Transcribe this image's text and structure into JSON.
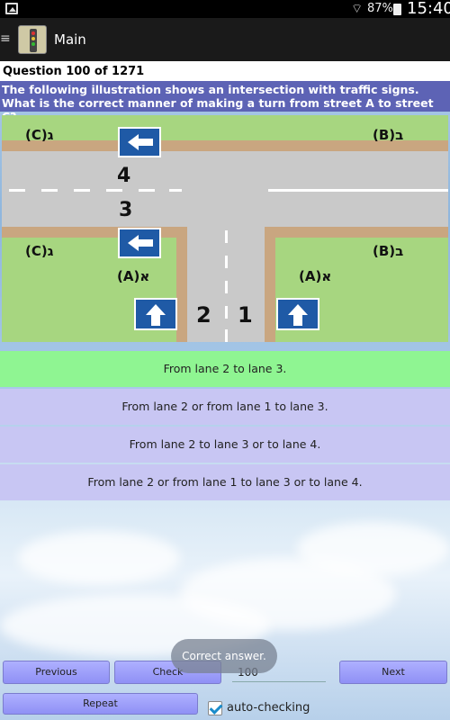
{
  "status_bar": {
    "battery_percent": "87%",
    "time": "15:40"
  },
  "action_bar": {
    "title": "Main",
    "app_icon": "traffic-light-icon",
    "menu_icon": "menu-icon"
  },
  "question": {
    "number_text": "Question 100 of 1271",
    "text": "The following illustration shows an intersection with traffic signs. What is the correct manner of making a turn from street A to street C?"
  },
  "illustration": {
    "label_c_top": "(C)ג",
    "label_b_top": "(B)ב",
    "label_c_mid": "(C)ג",
    "label_b_mid": "(B)ב",
    "label_a_left": "(A)א",
    "label_a_right": "(A)א",
    "lane_4": "4",
    "lane_3": "3",
    "lane_2": "2",
    "lane_1": "1",
    "colors": {
      "grass": "#a7d680",
      "sidewalk": "#c9a680",
      "road": "#c9c9c9",
      "sign": "#1f5aa6"
    }
  },
  "answers": [
    {
      "text": "From lane 2 to lane 3.",
      "state": "correct"
    },
    {
      "text": "From lane 2 or from lane 1 to lane 3.",
      "state": "normal"
    },
    {
      "text": "From lane 2 to lane 3 or to lane 4.",
      "state": "normal"
    },
    {
      "text": "From lane 2 or from lane 1 to lane 3 or to lane 4.",
      "state": "normal"
    }
  ],
  "toast": "Correct answer.",
  "controls": {
    "previous": "Previous",
    "check": "Check",
    "counter_value": "100",
    "next": "Next",
    "repeat": "Repeat",
    "auto_checking": "auto-checking"
  }
}
